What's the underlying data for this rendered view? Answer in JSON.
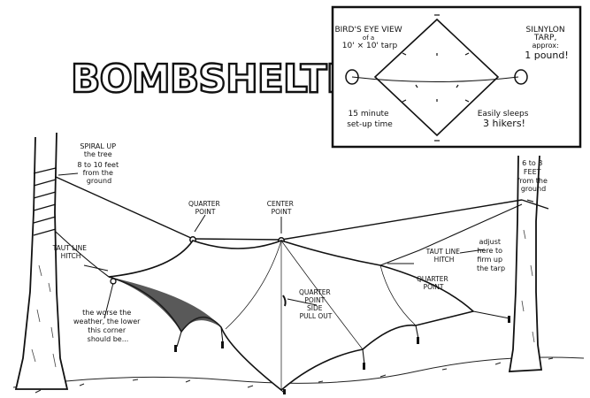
{
  "title": "BOMBSHELTER",
  "inset": {
    "heading": [
      "BIRD'S EYE VIEW",
      "of a",
      "10' × 10' tarp"
    ],
    "material": [
      "SILNYLON",
      "TARP,",
      "approx:",
      "1 pound!"
    ],
    "setup": [
      "15 minute",
      "set-up time"
    ],
    "capacity": [
      "Easily sleeps",
      "3 hikers!"
    ]
  },
  "labels": {
    "spiral": [
      "SPIRAL UP",
      "the tree",
      "8 to 10 feet",
      "from the",
      "ground"
    ],
    "height_right": [
      "6 to 8",
      "FEET",
      "from the",
      "ground"
    ],
    "quarter_point_top": [
      "QUARTER",
      "POINT"
    ],
    "center_point": [
      "CENTER",
      "POINT"
    ],
    "taut_line_left": [
      "TAUT LINE",
      "HITCH"
    ],
    "taut_line_right": [
      "TAUT LINE",
      "HITCH"
    ],
    "adjust": [
      "adjust",
      "here to",
      "firm up",
      "the tarp"
    ],
    "quarter_point_right": [
      "QUARTER",
      "POINT"
    ],
    "quarter_side": [
      "QUARTER",
      "POINT",
      "SIDE",
      "PULL OUT"
    ],
    "lower_corner": [
      "the worse the",
      "weather, the lower",
      "this corner",
      "should be..."
    ]
  }
}
